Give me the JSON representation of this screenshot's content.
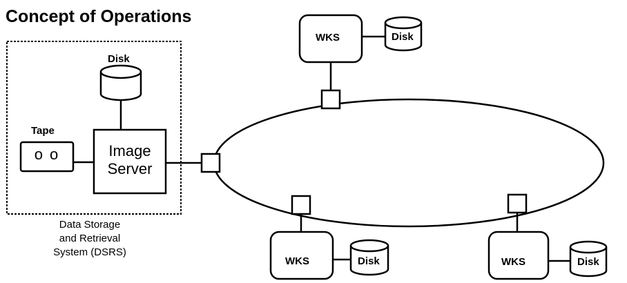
{
  "title": "Concept of Operations",
  "dsrs": {
    "caption_lines": [
      "Data Storage",
      "and Retrieval",
      "System (DSRS)"
    ],
    "disk_label": "Disk",
    "tape_label": "Tape",
    "tape_symbol": "o o",
    "server_lines": [
      "Image",
      "Server"
    ]
  },
  "workstations": [
    {
      "label": "WKS",
      "disk_label": "Disk"
    },
    {
      "label": "WKS",
      "disk_label": "Disk"
    },
    {
      "label": "WKS",
      "disk_label": "Disk"
    }
  ]
}
